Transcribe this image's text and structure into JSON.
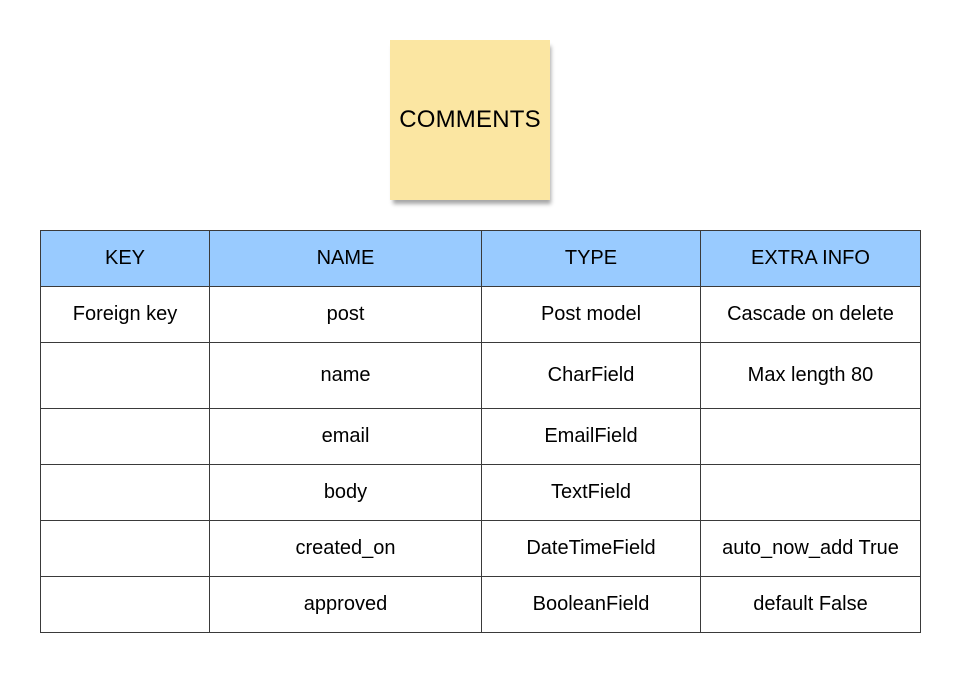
{
  "entity": {
    "title": "COMMENTS"
  },
  "table": {
    "columns": [
      "KEY",
      "NAME",
      "TYPE",
      "EXTRA INFO"
    ],
    "rows": [
      {
        "key": "Foreign key",
        "name": "post",
        "type": "Post model",
        "extra": "Cascade on delete"
      },
      {
        "key": "",
        "name": "name",
        "type": "CharField",
        "extra": "Max length 80"
      },
      {
        "key": "",
        "name": "email",
        "type": "EmailField",
        "extra": ""
      },
      {
        "key": "",
        "name": "body",
        "type": "TextField",
        "extra": ""
      },
      {
        "key": "",
        "name": "created_on",
        "type": "DateTimeField",
        "extra": "auto_now_add True"
      },
      {
        "key": "",
        "name": "approved",
        "type": "BooleanField",
        "extra": "default False"
      }
    ]
  },
  "colors": {
    "sticky_note": "#fbe6a2",
    "header_fill": "#99cbff",
    "border": "#3a3a3a"
  }
}
